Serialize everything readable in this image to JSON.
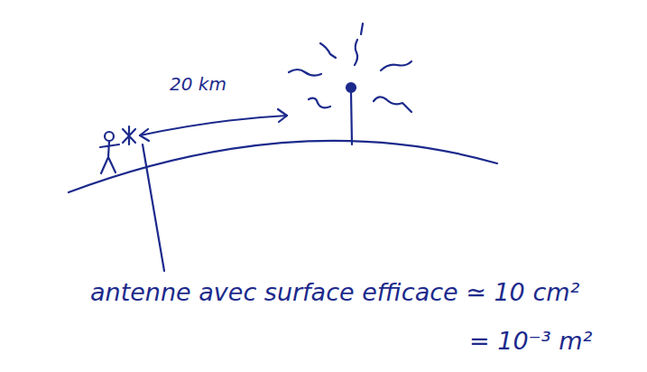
{
  "diagram": {
    "labels": [
      "20 km",
      "antenne avec surface efficace ≃ 10 cm²",
      "= 10⁻³ m²"
    ]
  }
}
